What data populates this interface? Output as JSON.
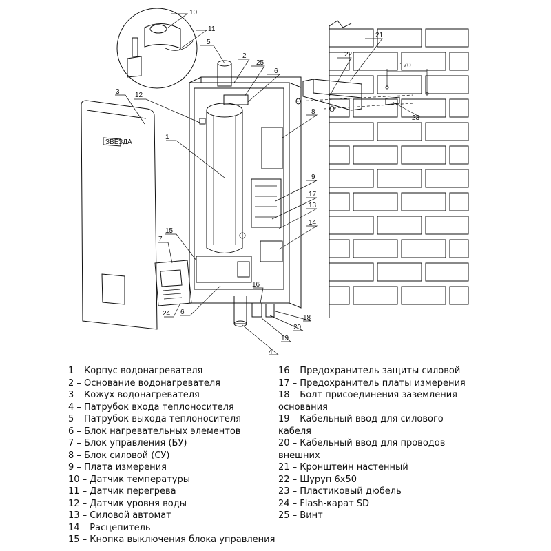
{
  "diagram": {
    "callouts": [
      "1",
      "2",
      "3",
      "4",
      "5",
      "6",
      "6",
      "7",
      "8",
      "9",
      "10",
      "11",
      "12",
      "13",
      "14",
      "15",
      "16",
      "17",
      "18",
      "19",
      "20",
      "21",
      "22",
      "23",
      "24",
      "25"
    ],
    "dimension": "170",
    "logo_text": "ЗВЕЗДА"
  },
  "legend_left": [
    "1 – Корпус водонагревателя",
    "2 – Основание водонагревателя",
    "3 – Кожух водонагревателя",
    "4 – Патрубок входа теплоносителя",
    "5 – Патрубок выхода теплоносителя",
    "6 – Блок нагревательных элементов",
    "7 – Блок управления (БУ)",
    "8 – Блок силовой (СУ)",
    "9 – Плата измерения",
    "10 – Датчик температуры",
    "11 – Датчик перегрева",
    "12 – Датчик уровня воды",
    "13 – Силовой автомат",
    "14 – Расцепитель",
    "15 – Кнопка выключения блока управления"
  ],
  "legend_right": [
    "16 – Предохранитель защиты силовой",
    "17 – Предохранитель платы измерения",
    "18 – Болт присоединения заземления",
    "основания",
    "19 – Кабельный ввод для силового",
    "кабеля",
    "20 – Кабельный ввод для проводов",
    "внешних",
    "21 – Кронштейн настенный",
    "22 – Шуруп 6х50",
    "23 – Пластиковый дюбель",
    "24 – Flash-карат SD",
    "25 – Винт"
  ]
}
